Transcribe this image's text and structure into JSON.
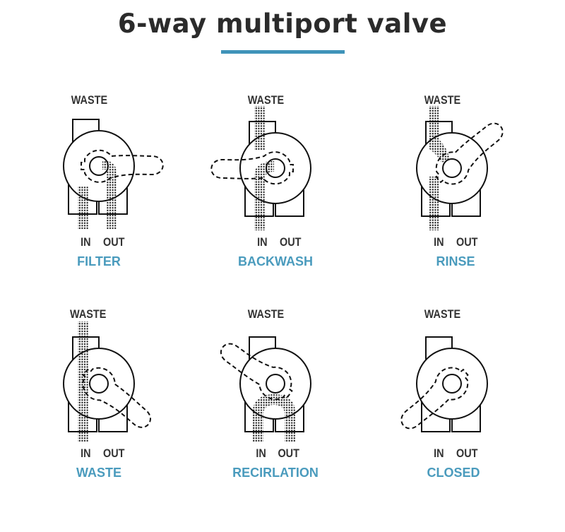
{
  "title": "6-way multiport valve",
  "colors": {
    "accent": "#3f93b9",
    "mode_label": "#4a9bbd",
    "text": "#333333"
  },
  "port_labels": {
    "waste": "WASTE",
    "in": "IN",
    "out": "OUT"
  },
  "modes": [
    {
      "label": "FILTER"
    },
    {
      "label": "BACKWASH"
    },
    {
      "label": "RINSE"
    },
    {
      "label": "WASTE"
    },
    {
      "label": "RECIRLATION"
    },
    {
      "label": "CLOSED"
    }
  ]
}
